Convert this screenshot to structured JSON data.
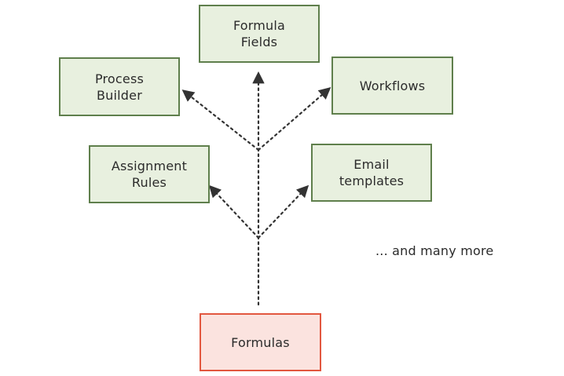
{
  "nodes": {
    "formula_fields": "Formula\nFields",
    "process_builder": "Process\nBuilder",
    "workflows": "Workflows",
    "assignment_rules": "Assignment\nRules",
    "email_templates": "Email\ntemplates",
    "formulas": "Formulas"
  },
  "note": "... and many more",
  "colors": {
    "node_fill": "#e8f0df",
    "node_border": "#5f7f4c",
    "root_fill": "#fbe3df",
    "root_border": "#e2573f",
    "arrow": "#333333"
  }
}
